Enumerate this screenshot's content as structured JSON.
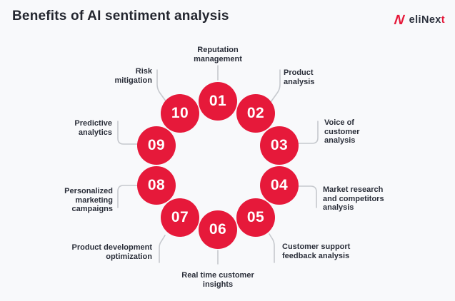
{
  "header": {
    "title": "Benefits of AI sentiment analysis"
  },
  "logo": {
    "part_eli": "eli",
    "part_n": "N",
    "part_ex": "ex",
    "part_t": "t",
    "icon_name": "elinext-n-mark"
  },
  "colors": {
    "accent_red": "#E6193A",
    "background": "#F8F9FB",
    "text_dark": "#23262F",
    "label_text": "#2B2F3A",
    "connector_gray": "#C6C9CE",
    "number_text": "#FFFFFF"
  },
  "diagram": {
    "items": [
      {
        "number": "01",
        "label": "Reputation\nmanagement"
      },
      {
        "number": "02",
        "label": "Product\nanalysis"
      },
      {
        "number": "03",
        "label": "Voice of\ncustomer\nanalysis"
      },
      {
        "number": "04",
        "label": "Market research\nand competitors\nanalysis"
      },
      {
        "number": "05",
        "label": "Customer support\nfeedback analysis"
      },
      {
        "number": "06",
        "label": "Real time customer\ninsights"
      },
      {
        "number": "07",
        "label": "Product development\noptimization"
      },
      {
        "number": "08",
        "label": "Personalized\nmarketing\ncampaigns"
      },
      {
        "number": "09",
        "label": "Predictive\nanalytics"
      },
      {
        "number": "10",
        "label": "Risk\nmitigation"
      }
    ]
  }
}
